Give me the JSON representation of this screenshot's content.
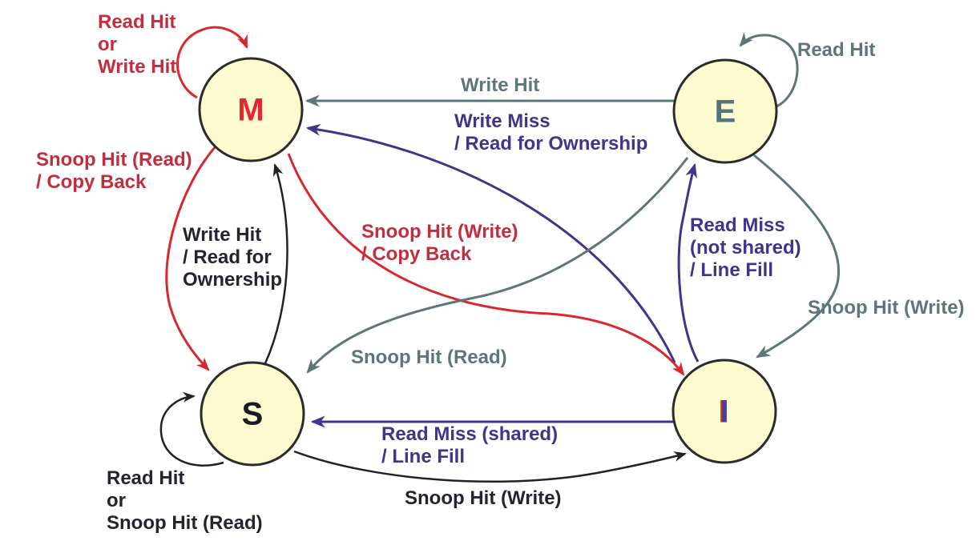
{
  "diagram": {
    "type": "state-machine",
    "subject": "MESI cache coherence protocol states",
    "colors": {
      "node_fill": "#fcfacf",
      "node_border": "#2b2b2b",
      "red_arrow": "#d8272e",
      "red_text": "#c22e3e",
      "gray": "#5d7678",
      "purple": "#41348a",
      "dark_text": "#262331",
      "black_arrow": "#222222",
      "node_letter_m": "#e5262f",
      "node_letter_e": "#527578",
      "node_letter_s": "#1a1a22",
      "node_letter_i": "#4b3e97"
    },
    "nodes": {
      "M": {
        "label": "M"
      },
      "E": {
        "label": "E"
      },
      "S": {
        "label": "S"
      },
      "I": {
        "label": "I"
      }
    },
    "transitions": {
      "m_self": {
        "from": "M",
        "to": "M",
        "color": "red",
        "label": "Read Hit\nor\nWrite Hit"
      },
      "e_self": {
        "from": "E",
        "to": "E",
        "color": "gray",
        "label": "Read Hit"
      },
      "e_to_m": {
        "from": "E",
        "to": "M",
        "color": "gray",
        "label": "Write Hit"
      },
      "i_to_m": {
        "from": "I",
        "to": "M",
        "color": "purple",
        "label": "Write Miss\n/ Read for Ownership"
      },
      "m_to_s": {
        "from": "M",
        "to": "S",
        "color": "red",
        "label": "Snoop Hit (Read)\n/ Copy Back"
      },
      "s_to_m": {
        "from": "S",
        "to": "M",
        "color": "black",
        "label": "Write Hit\n/ Read for\nOwnership"
      },
      "m_to_i": {
        "from": "M",
        "to": "I",
        "color": "red",
        "label": "Snoop Hit (Write)\n/ Copy Back"
      },
      "e_to_s": {
        "from": "E",
        "to": "S",
        "color": "gray",
        "label": "Snoop Hit (Read)"
      },
      "i_to_e": {
        "from": "I",
        "to": "E",
        "color": "purple",
        "label": "Read Miss\n(not shared)\n/ Line Fill"
      },
      "e_to_i": {
        "from": "E",
        "to": "I",
        "color": "gray",
        "label": "Snoop Hit (Write)"
      },
      "i_to_s": {
        "from": "I",
        "to": "S",
        "color": "purple",
        "label": "Read Miss (shared)\n/ Line Fill"
      },
      "s_to_i": {
        "from": "S",
        "to": "I",
        "color": "black",
        "label": "Snoop Hit (Write)"
      },
      "s_self": {
        "from": "S",
        "to": "S",
        "color": "black",
        "label": "Read Hit\nor\nSnoop Hit (Read)"
      }
    }
  }
}
